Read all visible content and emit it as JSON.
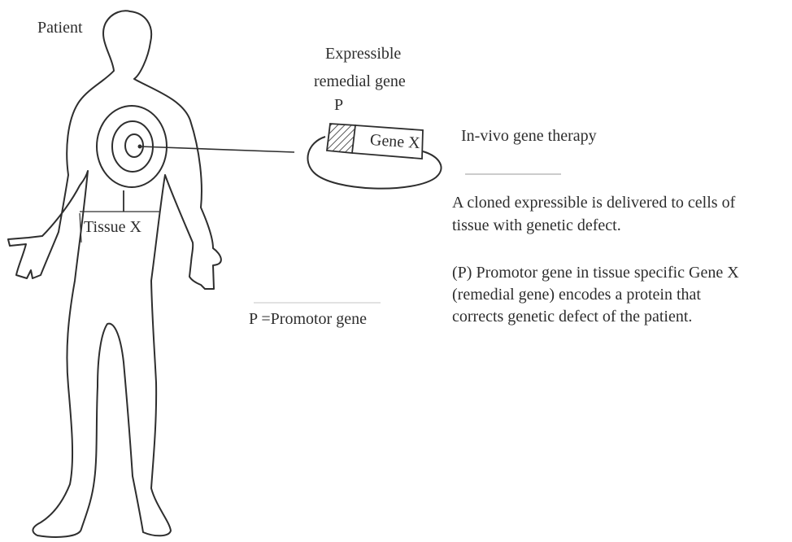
{
  "labels": {
    "patient": "Patient",
    "expressible_line1": "Expressible",
    "expressible_line2": "remedial gene",
    "promoter_marker": "P",
    "gene_x": "Gene X",
    "tissue_x": "Tissue X",
    "promoter_legend": "P =Promotor gene",
    "therapy_title": "In-vivo gene therapy",
    "description_1_line1": "A cloned expressible is delivered to cells of",
    "description_1_line2": "tissue with genetic defect.",
    "description_2_line1": "(P) Promotor gene in tissue specific Gene X",
    "description_2_line2": "(remedial gene) encodes a protein that",
    "description_2_line3": "corrects genetic defect of the patient."
  },
  "colors": {
    "ink": "#2e2e2e",
    "background": "#ffffff"
  }
}
